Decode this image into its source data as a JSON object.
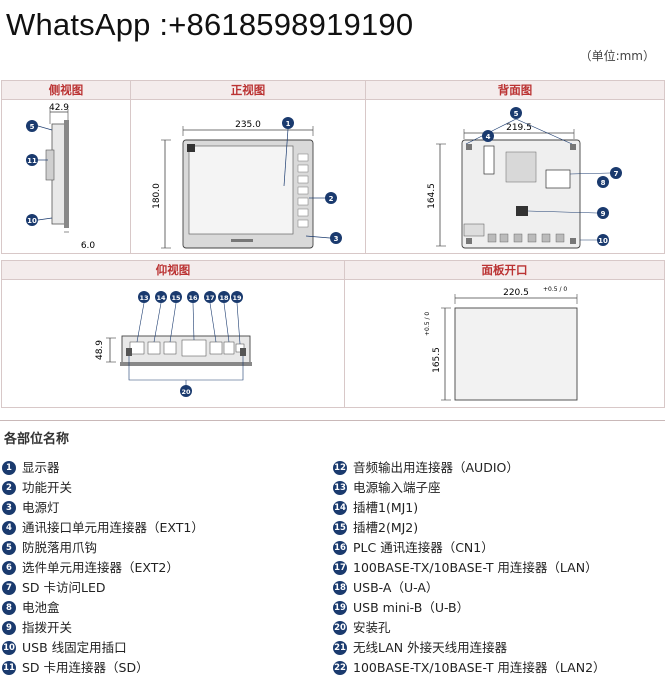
{
  "watermark": "WhatsApp :+8618598919190",
  "unit_note": "（单位:mm）",
  "views": {
    "side": {
      "title": "侧视图",
      "dim_top": "42.9",
      "dim_bottom": "6.0"
    },
    "front": {
      "title": "正视图",
      "dim_width": "235.0",
      "dim_height": "180.0"
    },
    "back": {
      "title": "背面图",
      "dim_width": "219.5",
      "dim_height": "164.5"
    },
    "bottom": {
      "title": "仰视图",
      "dim_height": "48.9"
    },
    "cutout": {
      "title": "面板开口",
      "dim_width": "220.5",
      "dim_width_tol": "+0.5 / 0",
      "dim_height": "165.5",
      "dim_height_tol": "+0.5 / 0"
    }
  },
  "callouts": {
    "side": [
      "5",
      "11",
      "10"
    ],
    "front": [
      "1",
      "2",
      "3"
    ],
    "back": [
      "5",
      "4",
      "7",
      "8",
      "9",
      "10"
    ],
    "bottom_top": [
      "13",
      "14",
      "15",
      "16",
      "17",
      "18",
      "19"
    ],
    "bottom_bottom": [
      "20"
    ]
  },
  "parts_title": "各部位名称",
  "parts_left": [
    {
      "n": "1",
      "label": "显示器"
    },
    {
      "n": "2",
      "label": "功能开关"
    },
    {
      "n": "3",
      "label": "电源灯"
    },
    {
      "n": "4",
      "label": "通讯接口单元用连接器（EXT1）"
    },
    {
      "n": "5",
      "label": "防脱落用爪钩"
    },
    {
      "n": "6",
      "label": "选件单元用连接器（EXT2）"
    },
    {
      "n": "7",
      "label": "SD 卡访问LED"
    },
    {
      "n": "8",
      "label": "电池盒"
    },
    {
      "n": "9",
      "label": "指拨开关"
    },
    {
      "n": "10",
      "label": "USB 线固定用插口"
    },
    {
      "n": "11",
      "label": "SD 卡用连接器（SD）"
    }
  ],
  "parts_right": [
    {
      "n": "12",
      "label": "音频输出用连接器（AUDIO）"
    },
    {
      "n": "13",
      "label": "电源输入端子座"
    },
    {
      "n": "14",
      "label": "插槽1(MJ1)"
    },
    {
      "n": "15",
      "label": "插槽2(MJ2)"
    },
    {
      "n": "16",
      "label": "PLC 通讯连接器（CN1）"
    },
    {
      "n": "17",
      "label": "100BASE-TX/10BASE-T 用连接器（LAN）"
    },
    {
      "n": "18",
      "label": "USB-A（U-A）"
    },
    {
      "n": "19",
      "label": "USB mini-B（U-B）"
    },
    {
      "n": "20",
      "label": "安装孔"
    },
    {
      "n": "21",
      "label": "无线LAN 外接天线用连接器"
    },
    {
      "n": "22",
      "label": "100BASE-TX/10BASE-T 用连接器（LAN2）"
    }
  ],
  "colors": {
    "callout": "#1a3a6e",
    "heading": "#b33333",
    "panel_header": "#f4ecec"
  }
}
